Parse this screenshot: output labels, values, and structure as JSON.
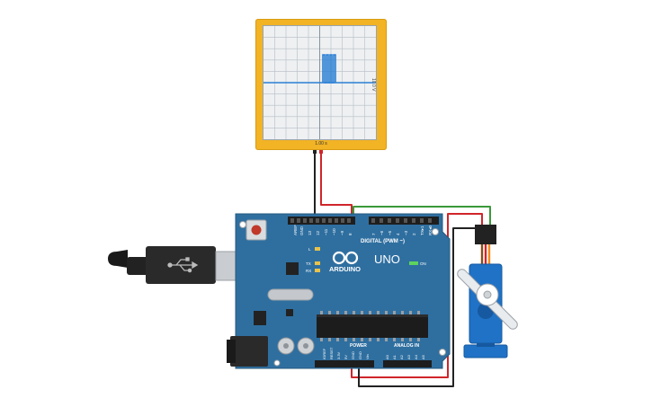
{
  "oscilloscope": {
    "time_per_division": "1.00 s",
    "volts_per_division": "10.0 V"
  },
  "arduino": {
    "brand": "ARDUINO",
    "model": "UNO",
    "on_label": "ON",
    "l_label": "L",
    "tx_label": "TX",
    "rx_label": "RX",
    "digital_label": "DIGITAL (PWM ~)",
    "power_label": "POWER",
    "analog_label": "ANALOG IN",
    "top_pin_labels": [
      "AREF",
      "GND",
      "13",
      "12",
      "~11",
      "~10",
      "~9",
      "8",
      "7",
      "~6",
      "~5",
      "4",
      "~3",
      "2",
      "TX▸1",
      "RX◂0"
    ],
    "power_pin_labels": [
      "IOREF",
      "RESET",
      "3.3V",
      "5V",
      "GND",
      "GND",
      "Vin"
    ],
    "analog_pin_labels": [
      "A0",
      "A1",
      "A2",
      "A3",
      "A4",
      "A5"
    ]
  },
  "colors": {
    "board": "#2f6fa0",
    "oscilloscope": "#f2b324",
    "signal": "#2a7fd4",
    "servo": "#1f72c6",
    "wire_red": "#d0252a",
    "wire_black": "#222222",
    "wire_green": "#3a9a3a"
  },
  "icons": {
    "usb_symbol": "usb-icon",
    "arduino_logo": "arduino-infinity-icon"
  }
}
